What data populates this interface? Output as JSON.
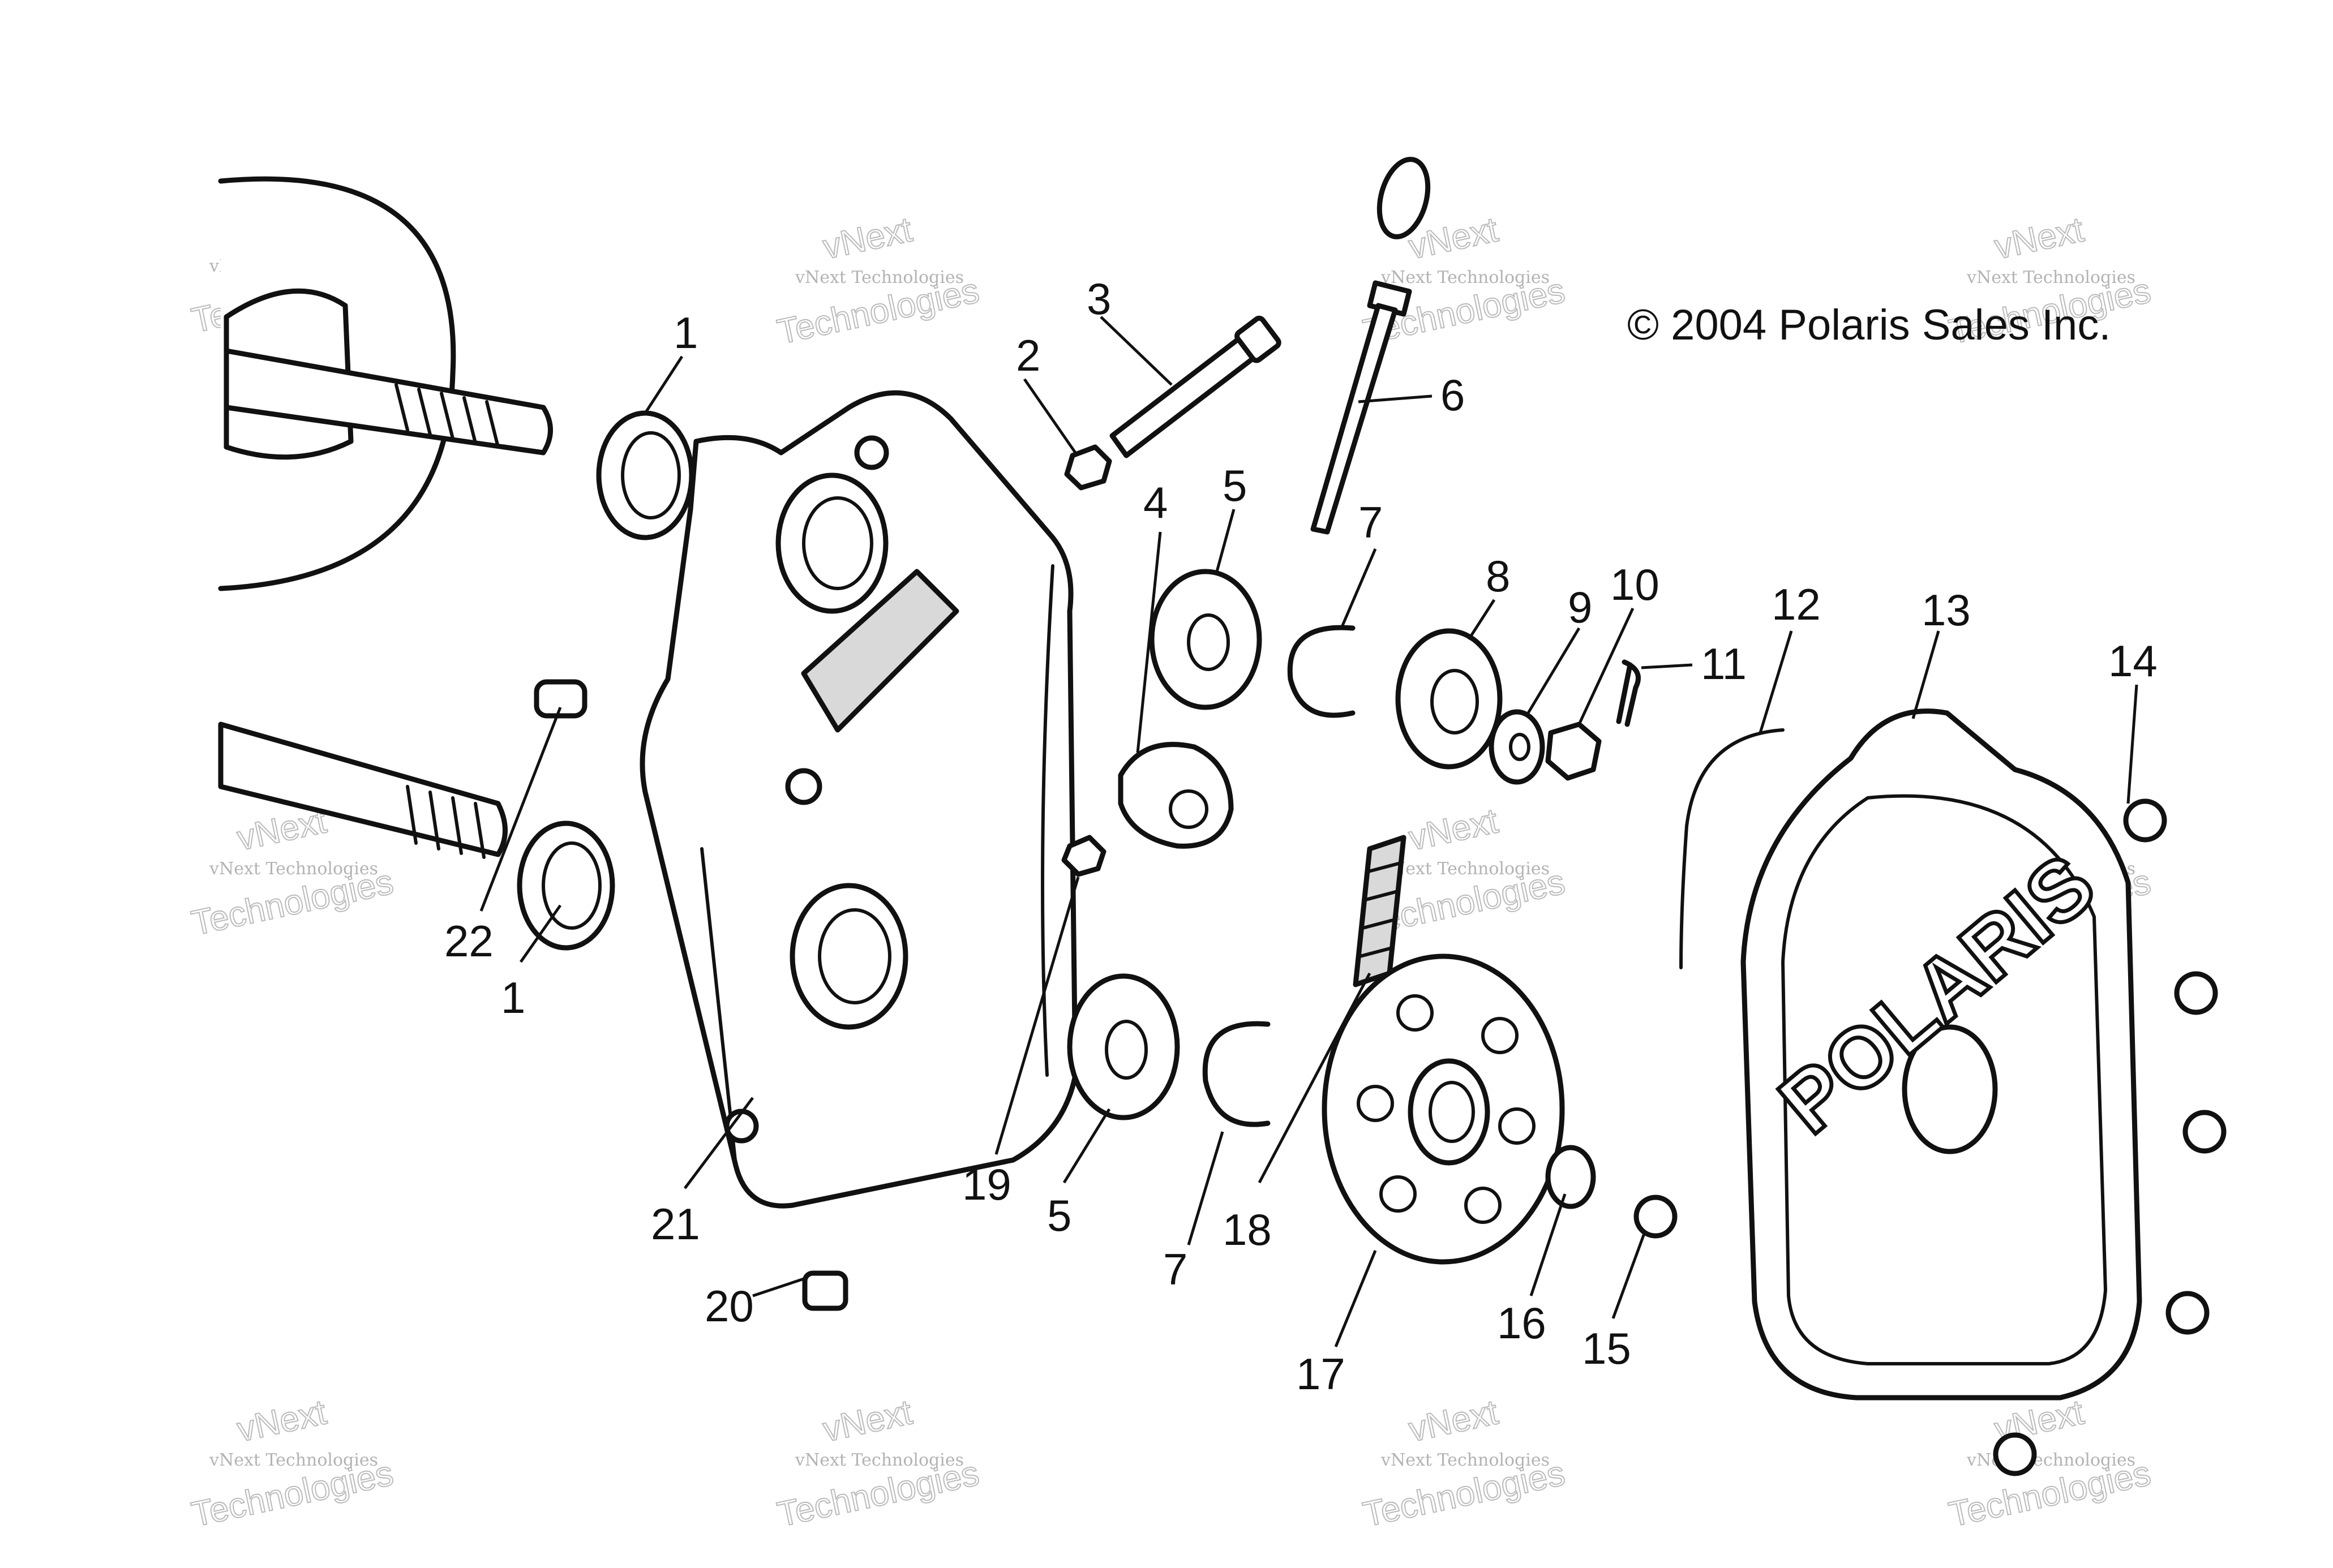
{
  "copyright": "© 2004 Polaris Sales Inc.",
  "brand_logo_text": "POLARIS",
  "watermark": {
    "line1": "vNext Technologies",
    "line2": "Technologies",
    "line3": "vNext"
  },
  "callouts": {
    "c1a": "1",
    "c1b": "1",
    "c2": "2",
    "c3": "3",
    "c4": "4",
    "c5a": "5",
    "c5b": "5",
    "c6": "6",
    "c7a": "7",
    "c7b": "7",
    "c8": "8",
    "c9": "9",
    "c10": "10",
    "c11": "11",
    "c12": "12",
    "c13": "13",
    "c14": "14",
    "c15": "15",
    "c16": "16",
    "c17": "17",
    "c18": "18",
    "c19": "19",
    "c20": "20",
    "c21": "21",
    "c22": "22"
  }
}
